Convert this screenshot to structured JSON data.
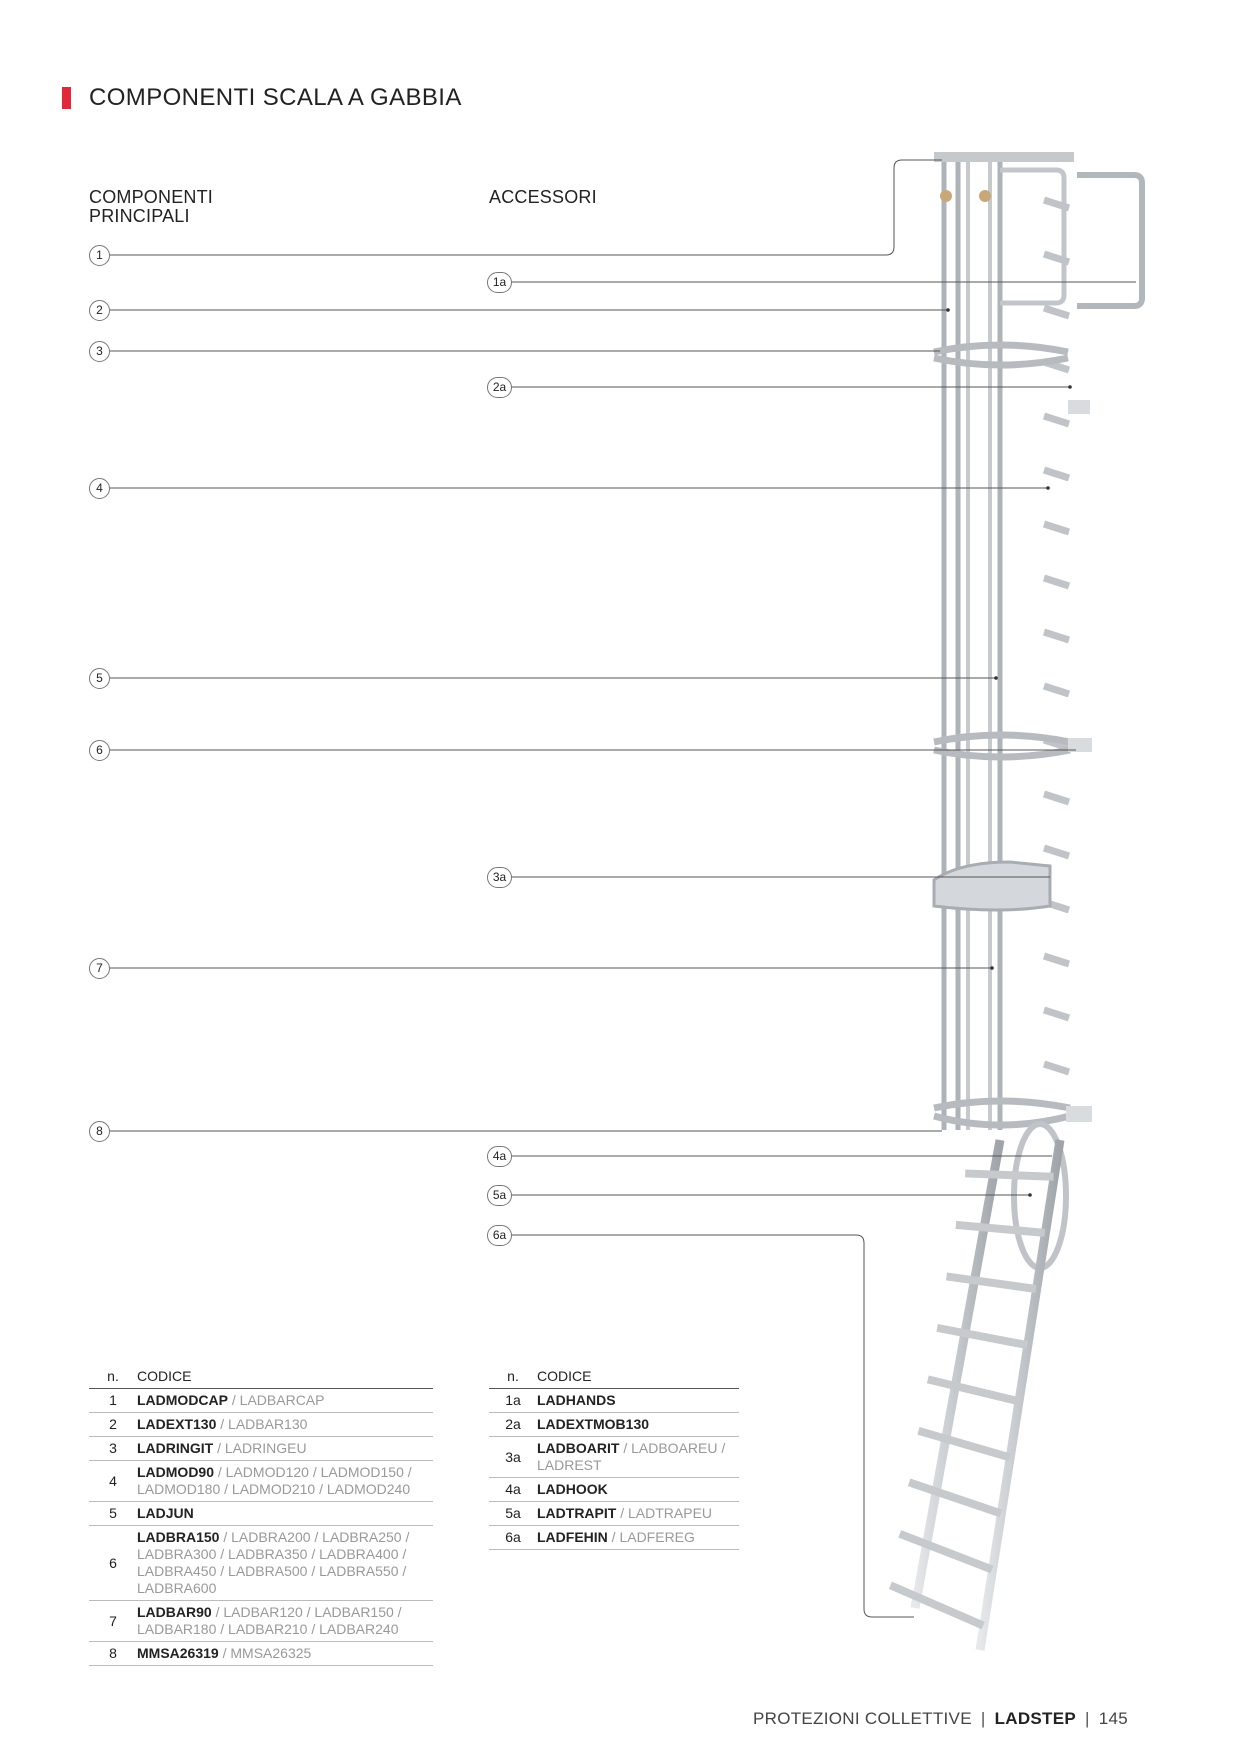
{
  "page_title": "COMPONENTI SCALA A GABBIA",
  "columns": {
    "main": "COMPONENTI\nPRINCIPALI",
    "accessories": "ACCESSORI"
  },
  "callouts_main": [
    "1",
    "2",
    "3",
    "4",
    "5",
    "6",
    "7",
    "8"
  ],
  "callouts_acc": [
    "1a",
    "2a",
    "3a",
    "4a",
    "5a",
    "6a"
  ],
  "table_main": {
    "headers": {
      "n": "n.",
      "code": "CODICE"
    },
    "rows": [
      {
        "n": "1",
        "primary": "LADMODCAP",
        "others": " / LADBARCAP"
      },
      {
        "n": "2",
        "primary": "LADEXT130",
        "others": " / LADBAR130"
      },
      {
        "n": "3",
        "primary": "LADRINGIT",
        "others": " / LADRINGEU"
      },
      {
        "n": "4",
        "primary": "LADMOD90",
        "others": " / LADMOD120 / LADMOD150 / LADMOD180 / LADMOD210 / LADMOD240"
      },
      {
        "n": "5",
        "primary": "LADJUN",
        "others": ""
      },
      {
        "n": "6",
        "primary": "LADBRA150",
        "others": " / LADBRA200 / LADBRA250 / LADBRA300 / LADBRA350 / LADBRA400 / LADBRA450 / LADBRA500 / LADBRA550 / LADBRA600"
      },
      {
        "n": "7",
        "primary": "LADBAR90",
        "others": " / LADBAR120 / LADBAR150 / LADBAR180 / LADBAR210 / LADBAR240"
      },
      {
        "n": "8",
        "primary": "MMSA26319",
        "others": " / MMSA26325"
      }
    ]
  },
  "table_acc": {
    "headers": {
      "n": "n.",
      "code": "CODICE"
    },
    "rows": [
      {
        "n": "1a",
        "primary": "LADHANDS",
        "others": ""
      },
      {
        "n": "2a",
        "primary": "LADEXTMOB130",
        "others": ""
      },
      {
        "n": "3a",
        "primary": "LADBOARIT",
        "others": " / LADBOAREU / LADREST"
      },
      {
        "n": "4a",
        "primary": "LADHOOK",
        "others": ""
      },
      {
        "n": "5a",
        "primary": "LADTRAPIT",
        "others": " / LADTRAPEU"
      },
      {
        "n": "6a",
        "primary": "LADFEHIN",
        "others": " / LADFEREG"
      }
    ]
  },
  "footer": {
    "section": "PROTEZIONI COLLETTIVE",
    "brand": "LADSTEP",
    "page": "145"
  },
  "colors": {
    "accent": "#e0283a",
    "metal": "#b9bdc2"
  }
}
